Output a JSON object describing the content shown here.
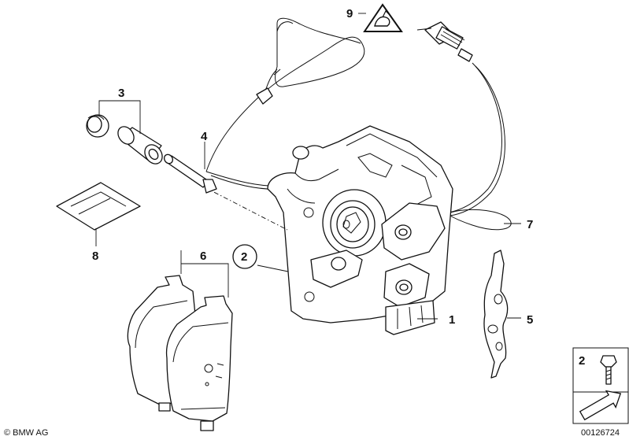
{
  "labels": {
    "l1": "1",
    "l2": "2",
    "l3": "3",
    "l4": "4",
    "l5": "5",
    "l6": "6",
    "l7": "7",
    "l8": "8",
    "l9": "9",
    "inset_label": "2"
  },
  "footer": {
    "copyright": "© BMW AG",
    "diagram_number": "00126724"
  }
}
